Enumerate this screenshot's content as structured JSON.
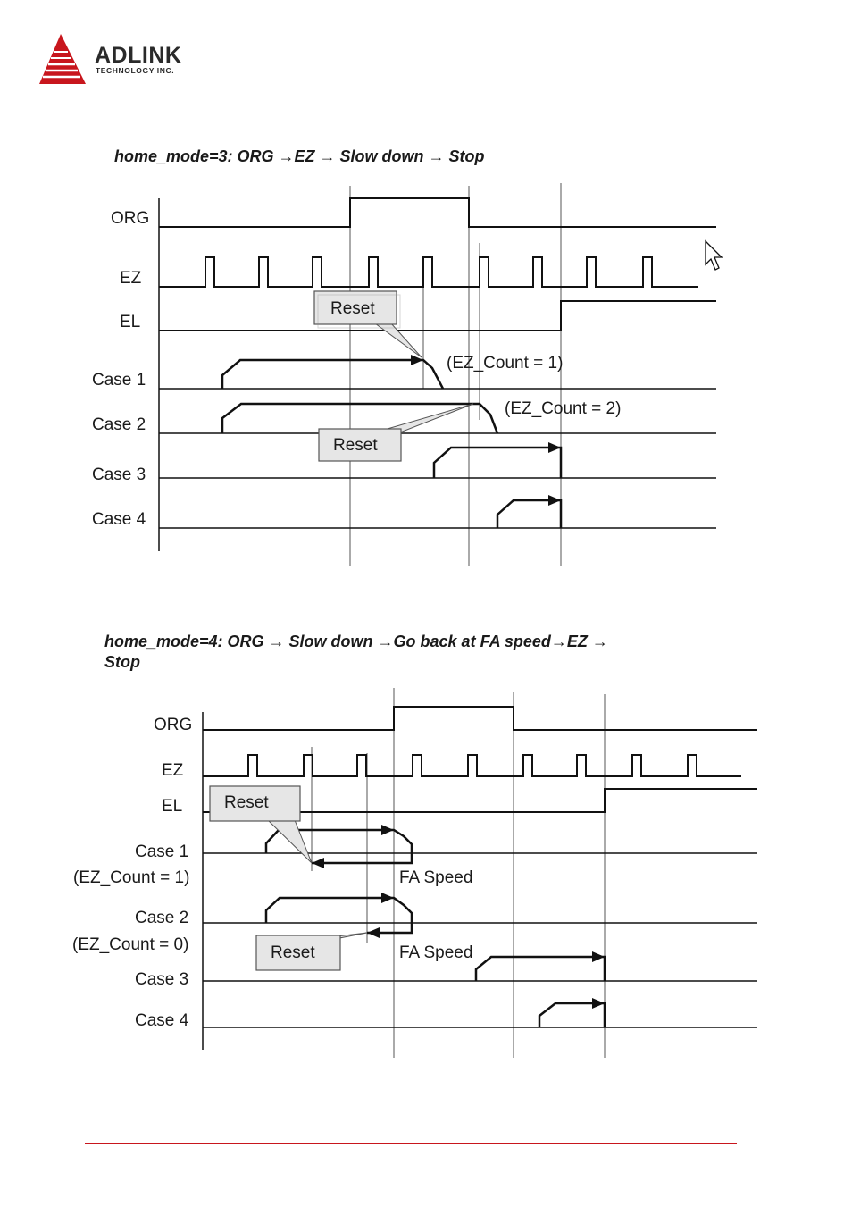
{
  "header": {
    "brand_name": "ADLINK",
    "brand_sub": "TECHNOLOGY INC.",
    "logo_color": "#c8161d"
  },
  "diagram1": {
    "title": "home_mode=3: ORG →EZ → Slow down → Stop",
    "signals": [
      "ORG",
      "EZ",
      "EL",
      "Case 1",
      "Case 2",
      "Case 3",
      "Case 4"
    ],
    "callouts": [
      "Reset",
      "Reset"
    ],
    "annotations": [
      "(EZ_Count = 1)",
      "(EZ_Count = 2)"
    ]
  },
  "diagram2": {
    "title_line1": "home_mode=4: ORG → Slow down →Go back at FA speed→EZ →",
    "title_line2": "Stop",
    "signals": [
      "ORG",
      "EZ",
      "EL",
      "Case 1",
      "(EZ_Count = 1)",
      "Case 2",
      "(EZ_Count = 0)",
      "Case 3",
      "Case 4"
    ],
    "callouts": [
      "Reset",
      "Reset"
    ],
    "annotations": [
      "FA Speed",
      "FA Speed"
    ]
  },
  "colors": {
    "accent": "#c8161d",
    "line": "#111111",
    "callout_fill": "#e6e6e6"
  }
}
